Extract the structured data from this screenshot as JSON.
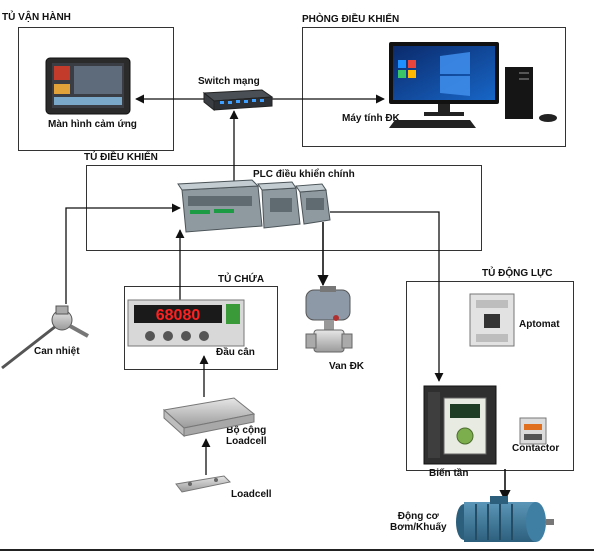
{
  "cabinets": {
    "operation": "TỦ VẬN HÀNH",
    "control_room": "PHÒNG ĐIỀU KHIỂN",
    "control": "TỦ ĐIỀU KHIỂN",
    "holding": "TỦ CHỨA",
    "power": "TỦ ĐỘNG LỰC"
  },
  "devices": {
    "touch_screen": "Màn hình cảm ứng",
    "switch": "Switch mạng",
    "computer": "Máy tính ĐK",
    "plc": "PLC điều khiển chính",
    "temp_sensor": "Can nhiệt",
    "weigh_head": "Đầu cân",
    "weigh_display_value": "68080",
    "valve": "Van ĐK",
    "loadcell_junction": "Bộ cộng\nLoadcell",
    "loadcell": "Loadcell",
    "inverter": "Biến tần",
    "breaker": "Aptomat",
    "contactor": "Contactor",
    "motor": "Động cơ\nBơm/Khuấy"
  }
}
